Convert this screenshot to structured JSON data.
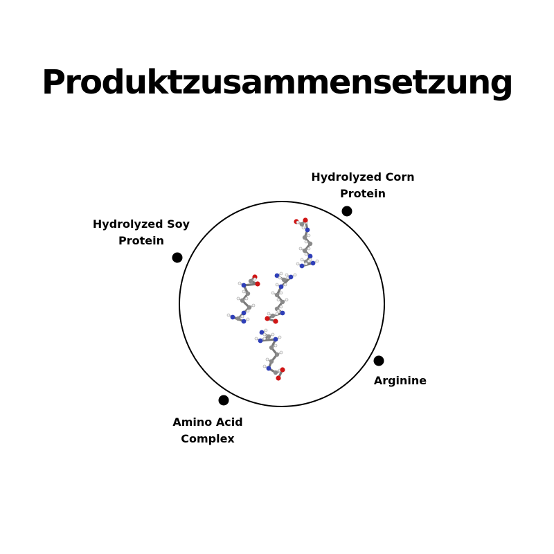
{
  "title": "Produktzusammensetzung",
  "components": [
    {
      "line1": "Hydrolyzed Corn",
      "line2": "Protein"
    },
    {
      "line1": "Hydrolyzed Soy",
      "line2": "Protein"
    },
    {
      "line1": "Arginine",
      "line2": ""
    },
    {
      "line1": "Amino Acid",
      "line2": "Complex"
    }
  ],
  "colors": {
    "text": "#000000",
    "background": "#ffffff",
    "carbon": "#8a8a8a",
    "nitrogen": "#2f3fb8",
    "oxygen": "#d01515",
    "hydrogen": "#f2f2f2"
  }
}
